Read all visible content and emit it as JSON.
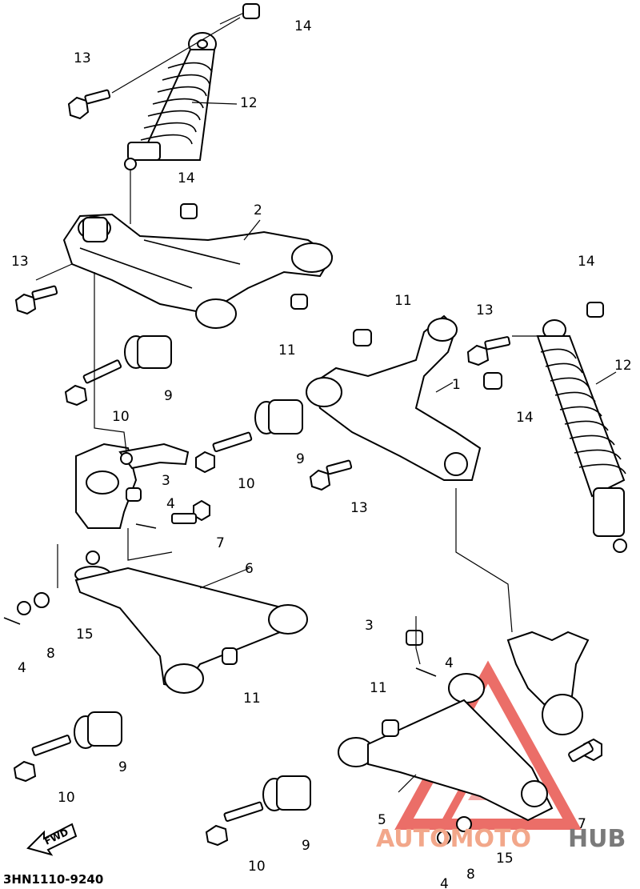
{
  "diagram_code": "3HN1110-9240",
  "fwd_label": "FWD",
  "watermark": {
    "part1": "AUTOMOTO",
    "part2": "HUB",
    "color1": "#f2a78a",
    "color2": "#7a7a7a",
    "logo_color": "#e8554e"
  },
  "labels": {
    "n1": "1",
    "n2": "2",
    "n3a": "3",
    "n3b": "3",
    "n4a": "4",
    "n4b": "4",
    "n4c": "4",
    "n4d": "4",
    "n5": "5",
    "n6": "6",
    "n7a": "7",
    "n7b": "7",
    "n8a": "8",
    "n8b": "8",
    "n9a": "9",
    "n9b": "9",
    "n9c": "9",
    "n9d": "9",
    "n10a": "10",
    "n10b": "10",
    "n10c": "10",
    "n10d": "10",
    "n11a": "11",
    "n11b": "11",
    "n11c": "11",
    "n11d": "11",
    "n12a": "12",
    "n12b": "12",
    "n13a": "13",
    "n13b": "13",
    "n13c": "13",
    "n13d": "13",
    "n14a": "14",
    "n14b": "14",
    "n14c": "14",
    "n14d": "14",
    "n15a": "15",
    "n15b": "15"
  }
}
